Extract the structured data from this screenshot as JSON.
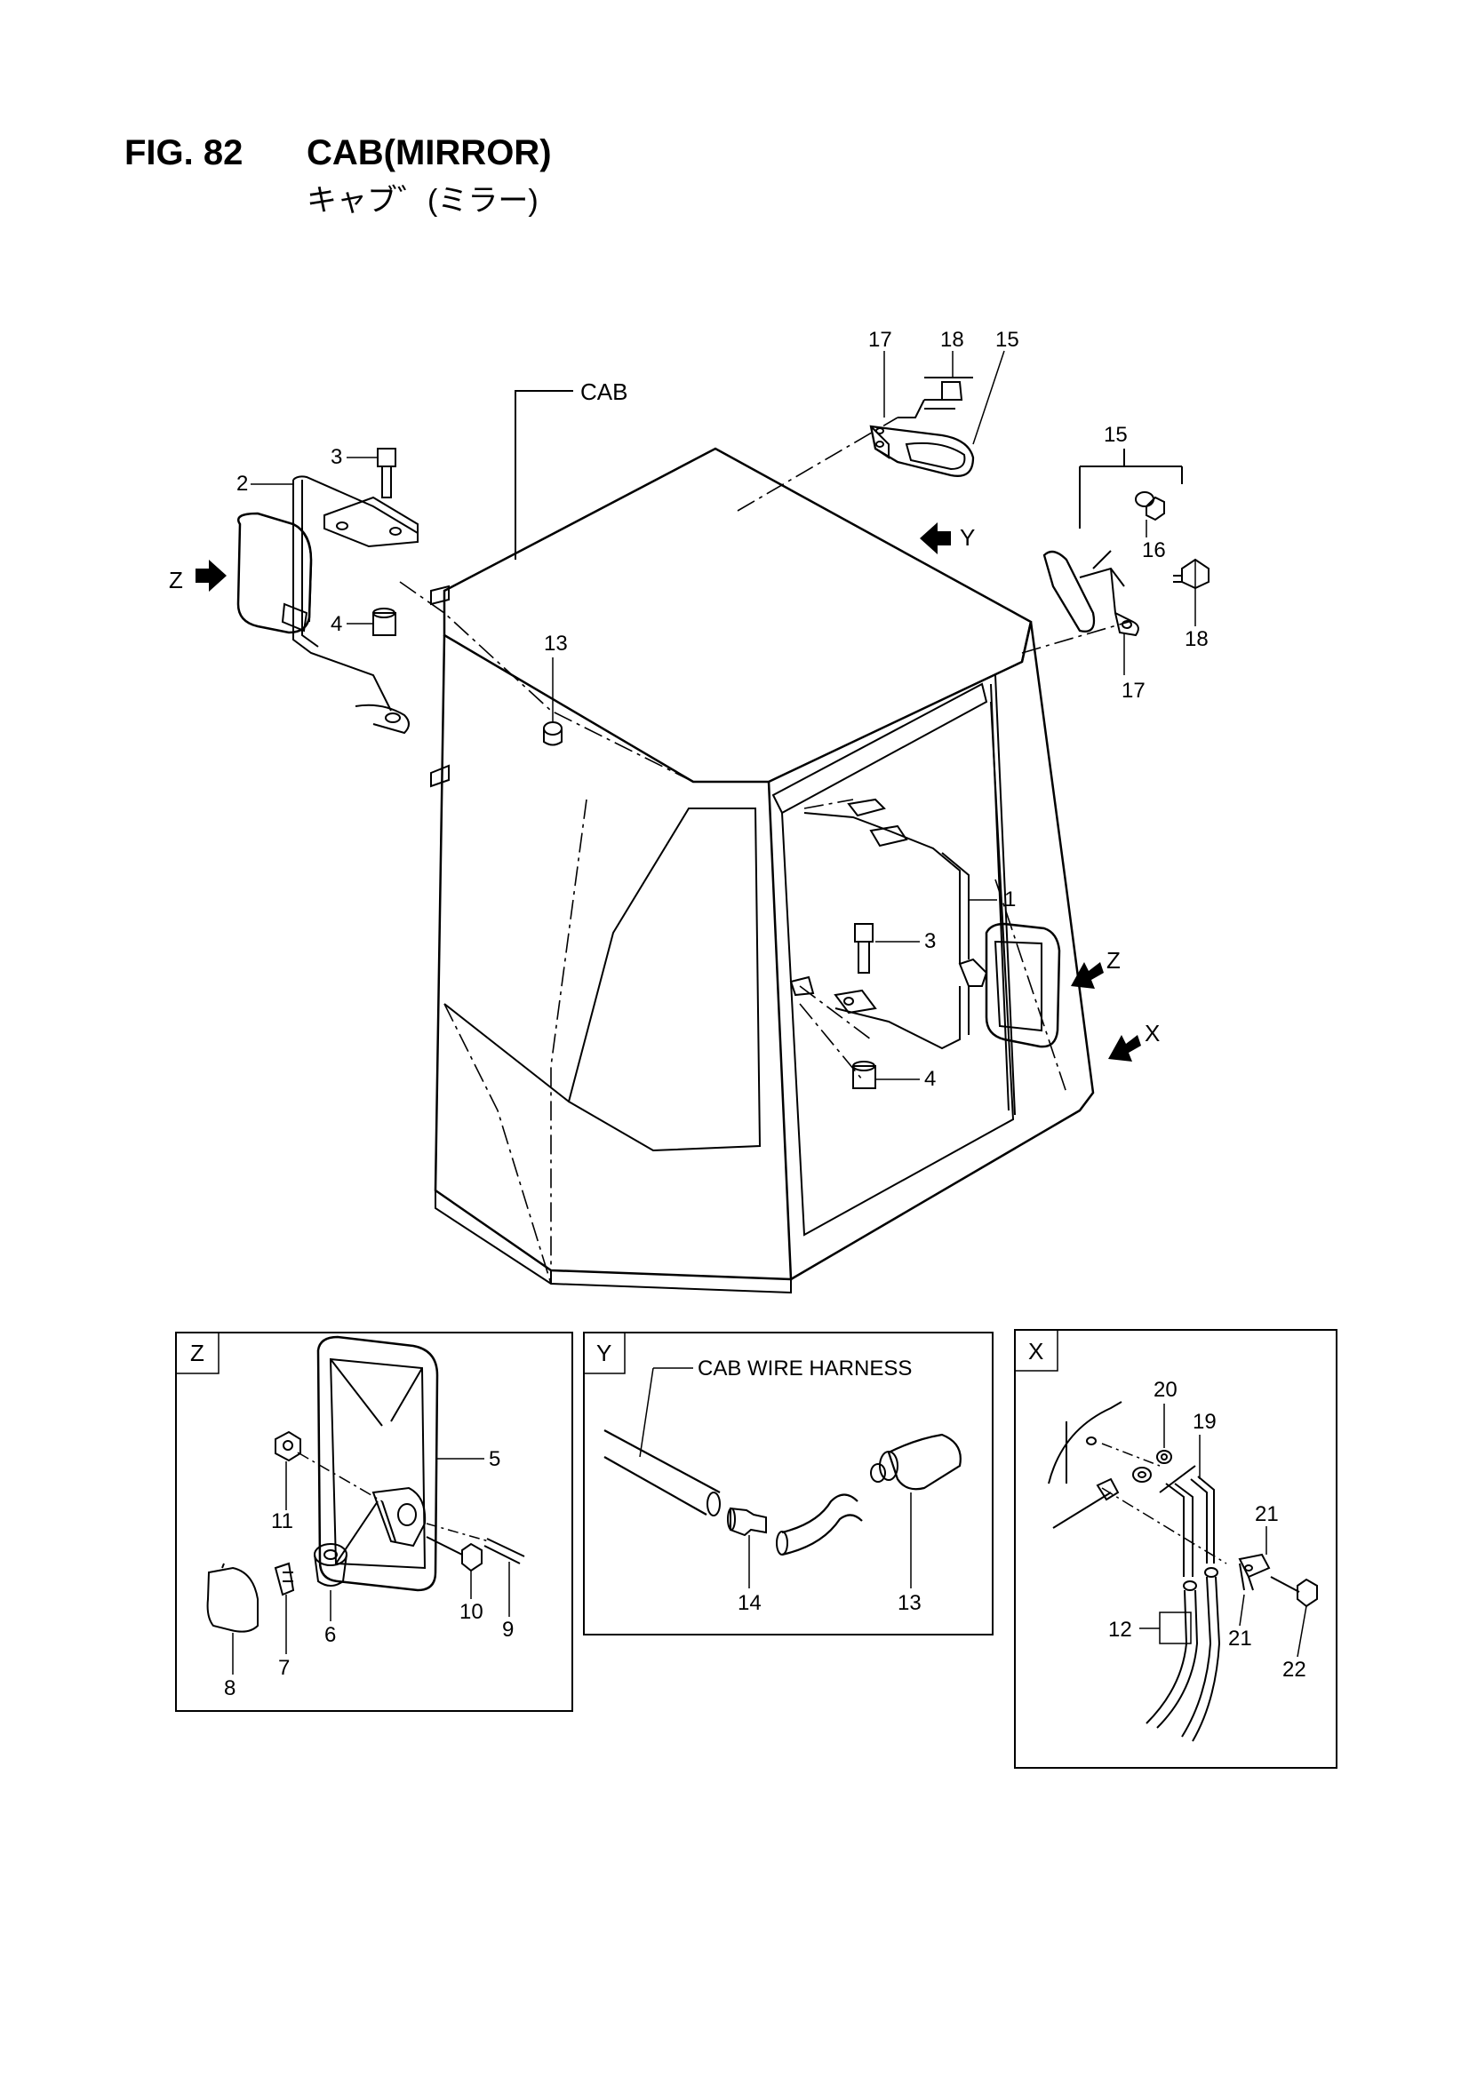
{
  "figure": {
    "number": "FIG. 82",
    "title": "CAB(MIRROR)",
    "subtitle": "キャブ゛(ミラー)"
  },
  "main_view": {
    "cab_label": "CAB",
    "view_arrows": {
      "z_left": "Z",
      "y": "Y",
      "z_right": "Z",
      "x": "X"
    },
    "callouts": {
      "c17_top": "17",
      "c18_top": "18",
      "c15_top": "15",
      "c15_right": "15",
      "c16": "16",
      "c18_right": "18",
      "c17_right": "17",
      "c3_left": "3",
      "c2": "2",
      "c4_left": "4",
      "c13": "13",
      "c1": "1",
      "c3_right": "3",
      "c4_right": "4"
    }
  },
  "detail_z": {
    "tag": "Z",
    "callouts": {
      "c5": "5",
      "c11": "11",
      "c6": "6",
      "c10": "10",
      "c9": "9",
      "c8": "8",
      "c7": "7"
    }
  },
  "detail_y": {
    "tag": "Y",
    "harness_label": "CAB WIRE HARNESS",
    "callouts": {
      "c14": "14",
      "c13": "13"
    }
  },
  "detail_x": {
    "tag": "X",
    "callouts": {
      "c20": "20",
      "c19": "19",
      "c21_top": "21",
      "c21_bottom": "21",
      "c12": "12",
      "c22": "22"
    }
  }
}
